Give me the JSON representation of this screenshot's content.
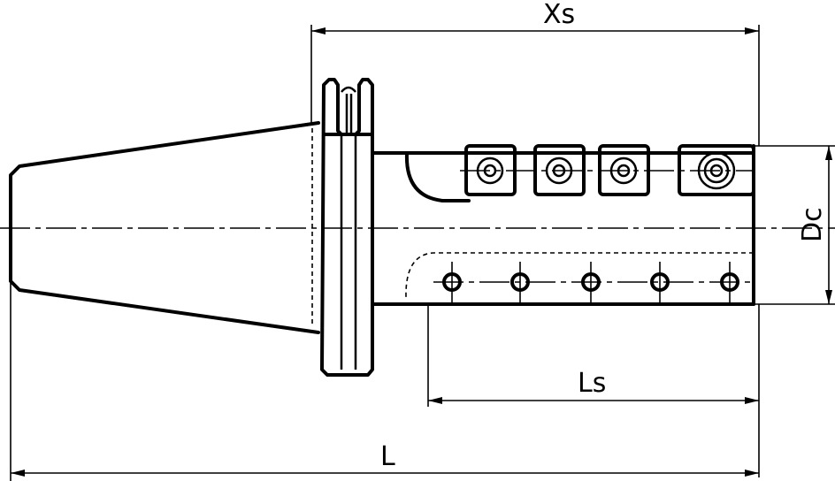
{
  "labels": {
    "xs": "Xs",
    "dc": "Dc",
    "ls": "Ls",
    "l": "L"
  },
  "colors": {
    "line": "#000000",
    "background": "#ffffff"
  }
}
